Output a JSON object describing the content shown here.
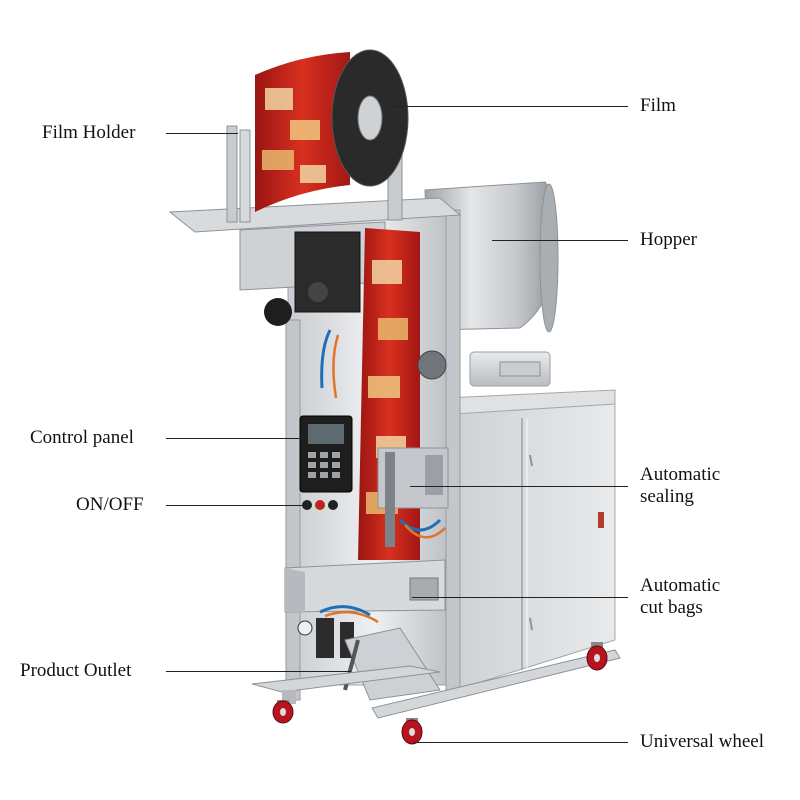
{
  "labels": {
    "film_holder": "Film Holder",
    "control_panel": "Control panel",
    "on_off": "ON/OFF",
    "product_outlet": "Product Outlet",
    "film": "Film",
    "hopper": "Hopper",
    "automatic_sealing": [
      "Automatic",
      "sealing"
    ],
    "automatic_cut_bags": [
      "Automatic",
      "cut bags"
    ],
    "universal_wheel": "Universal wheel"
  },
  "colors": {
    "film_red": "#c8201c",
    "steel_light": "#d9dcdf",
    "steel_mid": "#b4b8bc",
    "steel_dark": "#7e8488",
    "wheel_red": "#b8141f",
    "panel_dark": "#1e1e1e",
    "hose_blue": "#1f6fb5",
    "hose_orange": "#e0752a"
  }
}
